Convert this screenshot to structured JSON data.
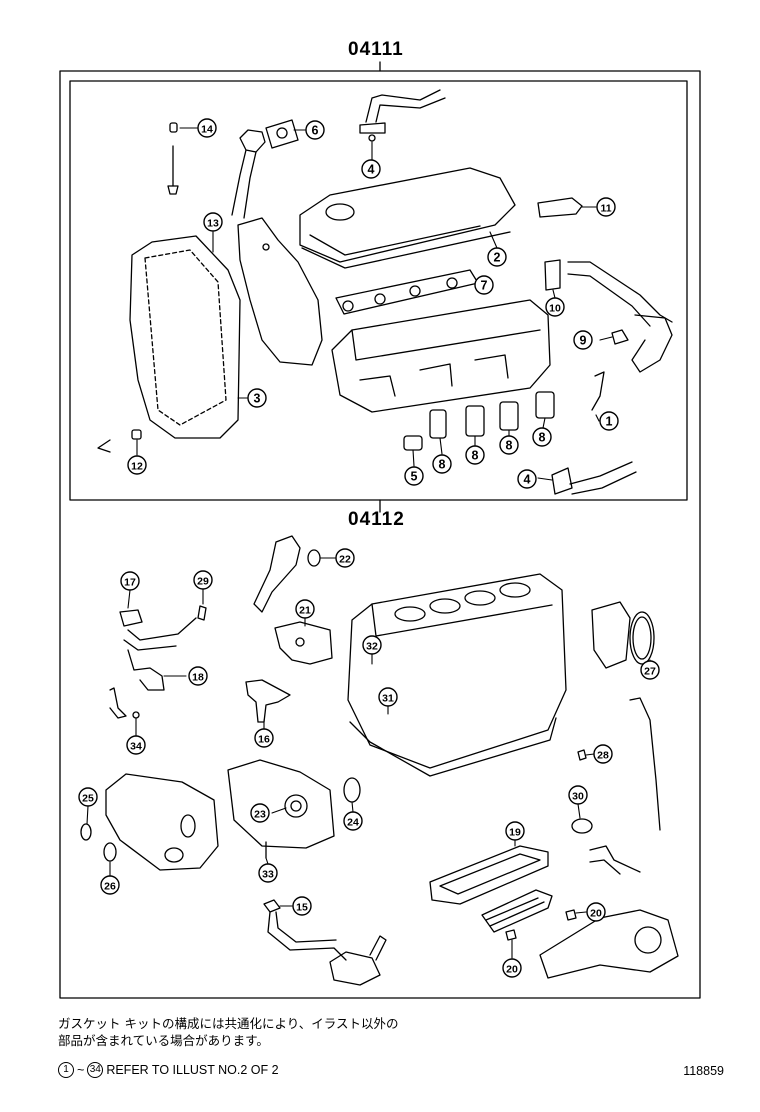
{
  "sections": {
    "upper_code": "04111",
    "lower_code": "04112"
  },
  "callouts": [
    {
      "num": "14",
      "part": "14"
    },
    {
      "num": "6"
    },
    {
      "num": "4"
    },
    {
      "num": "13"
    },
    {
      "num": "11"
    },
    {
      "num": "2"
    },
    {
      "num": "10"
    },
    {
      "num": "7"
    },
    {
      "num": "9"
    },
    {
      "num": "3"
    },
    {
      "num": "1"
    },
    {
      "num": "12"
    },
    {
      "num": "5"
    },
    {
      "num": "8"
    },
    {
      "num": "8"
    },
    {
      "num": "8"
    },
    {
      "num": "8"
    },
    {
      "num": "4"
    },
    {
      "num": "22"
    },
    {
      "num": "17"
    },
    {
      "num": "29"
    },
    {
      "num": "21"
    },
    {
      "num": "32"
    },
    {
      "num": "18"
    },
    {
      "num": "27"
    },
    {
      "num": "31"
    },
    {
      "num": "16"
    },
    {
      "num": "34"
    },
    {
      "num": "28"
    },
    {
      "num": "25"
    },
    {
      "num": "30"
    },
    {
      "num": "23"
    },
    {
      "num": "24"
    },
    {
      "num": "19"
    },
    {
      "num": "26"
    },
    {
      "num": "33"
    },
    {
      "num": "15"
    },
    {
      "num": "20"
    },
    {
      "num": "20"
    }
  ],
  "note_line1": "ガスケット キットの構成には共通化により、イラスト以外の",
  "note_line2": "部品が含まれている場合があります。",
  "reference": {
    "from": "1",
    "to": "34",
    "tilde": "~",
    "text": "REFER TO ILLUST NO.2 OF 2"
  },
  "illustration_number": "118859"
}
